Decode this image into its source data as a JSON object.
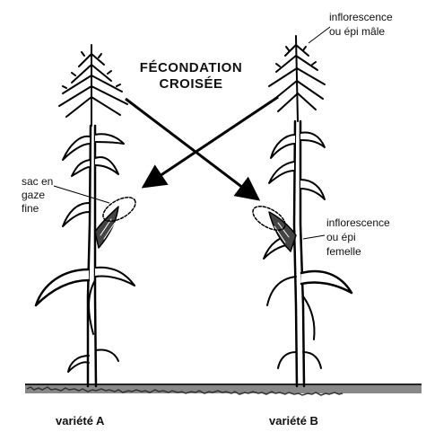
{
  "title": {
    "line1": "FÉCONDATION",
    "line2": "CROISÉE"
  },
  "labels": {
    "bag_line1": "sac en",
    "bag_line2": "gaze",
    "bag_line3": "fine",
    "male_line1": "inflorescence",
    "male_line2": "ou épi mâle",
    "female_line1": "inflorescence",
    "female_line2": "ou épi",
    "female_line3": "femelle"
  },
  "varieties": {
    "a": "variété A",
    "b": "variété B"
  }
}
